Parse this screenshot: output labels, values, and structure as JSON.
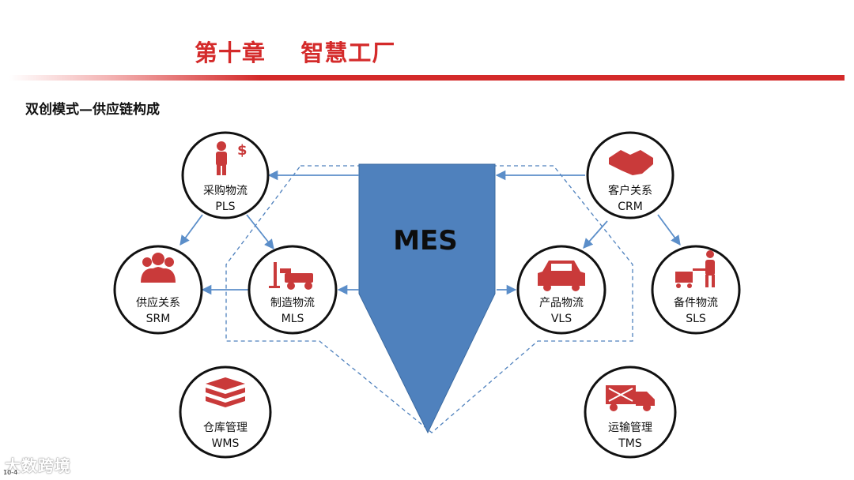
{
  "header": {
    "title": "第十章    智慧工厂",
    "subtitle": "双创模式—供应链构成"
  },
  "diagram": {
    "center": "MES",
    "nodes": {
      "pls": {
        "cn": "采购物流",
        "en": "PLS",
        "icon": "purchase-icon"
      },
      "crm": {
        "cn": "客户关系",
        "en": "CRM",
        "icon": "handshake-icon"
      },
      "srm": {
        "cn": "供应关系",
        "en": "SRM",
        "icon": "group-icon"
      },
      "mls": {
        "cn": "制造物流",
        "en": "MLS",
        "icon": "forklift-icon"
      },
      "vls": {
        "cn": "产品物流",
        "en": "VLS",
        "icon": "car-icon"
      },
      "sls": {
        "cn": "备件物流",
        "en": "SLS",
        "icon": "cart-worker-icon"
      },
      "wms": {
        "cn": "仓库管理",
        "en": "WMS",
        "icon": "stack-icon"
      },
      "tms": {
        "cn": "运输管理",
        "en": "TMS",
        "icon": "truck-icon"
      }
    }
  },
  "colors": {
    "title_red": "#d42a2a",
    "icon_red": "#c93a3a",
    "mes_blue": "#4f81bd",
    "arrow_blue": "#5b8ec9",
    "dashed_blue": "#4f81bd"
  },
  "footer": {
    "watermark": "大数跨境",
    "page": "10-4"
  }
}
